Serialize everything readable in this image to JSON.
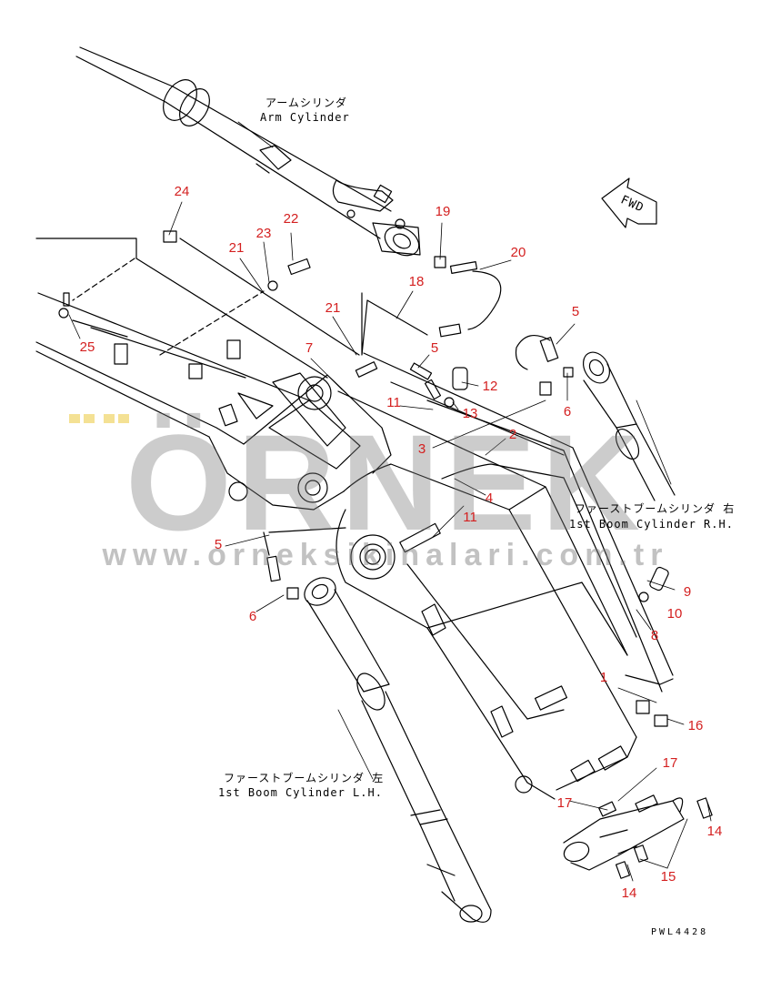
{
  "labels": {
    "arm_cylinder_jp": "アームシリンダ",
    "arm_cylinder_en": "Arm Cylinder",
    "boom_rh_jp": "ファーストブームシリンダ 右",
    "boom_rh_en": "1st Boom Cylinder R.H.",
    "boom_lh_jp": "ファーストブームシリンダ 左",
    "boom_lh_en": "1st Boom Cylinder L.H.",
    "fwd": "FWD",
    "drawing_no": "PWL4428"
  },
  "watermark": {
    "brand": "ÖRNEK",
    "url": "www.orneksikinalari.com.tr"
  },
  "callouts": [
    {
      "id": "c24",
      "text": "24"
    },
    {
      "id": "c23",
      "text": "23"
    },
    {
      "id": "c22",
      "text": "22"
    },
    {
      "id": "c21a",
      "text": "21"
    },
    {
      "id": "c21b",
      "text": "21"
    },
    {
      "id": "c19",
      "text": "19"
    },
    {
      "id": "c20",
      "text": "20"
    },
    {
      "id": "c18",
      "text": "18"
    },
    {
      "id": "c25",
      "text": "25"
    },
    {
      "id": "c7",
      "text": "7"
    },
    {
      "id": "c5a",
      "text": "5"
    },
    {
      "id": "c5b",
      "text": "5"
    },
    {
      "id": "c12",
      "text": "12"
    },
    {
      "id": "c11a",
      "text": "11"
    },
    {
      "id": "c13",
      "text": "13"
    },
    {
      "id": "c6a",
      "text": "6"
    },
    {
      "id": "c3",
      "text": "3"
    },
    {
      "id": "c2",
      "text": "2"
    },
    {
      "id": "c4",
      "text": "4"
    },
    {
      "id": "c11b",
      "text": "11"
    },
    {
      "id": "c5c",
      "text": "5"
    },
    {
      "id": "c6b",
      "text": "6"
    },
    {
      "id": "c9",
      "text": "9"
    },
    {
      "id": "c10",
      "text": "10"
    },
    {
      "id": "c8",
      "text": "8"
    },
    {
      "id": "c1",
      "text": "1"
    },
    {
      "id": "c16",
      "text": "16"
    },
    {
      "id": "c17a",
      "text": "17"
    },
    {
      "id": "c17b",
      "text": "17"
    },
    {
      "id": "c14a",
      "text": "14"
    },
    {
      "id": "c15",
      "text": "15"
    },
    {
      "id": "c14b",
      "text": "14"
    }
  ]
}
